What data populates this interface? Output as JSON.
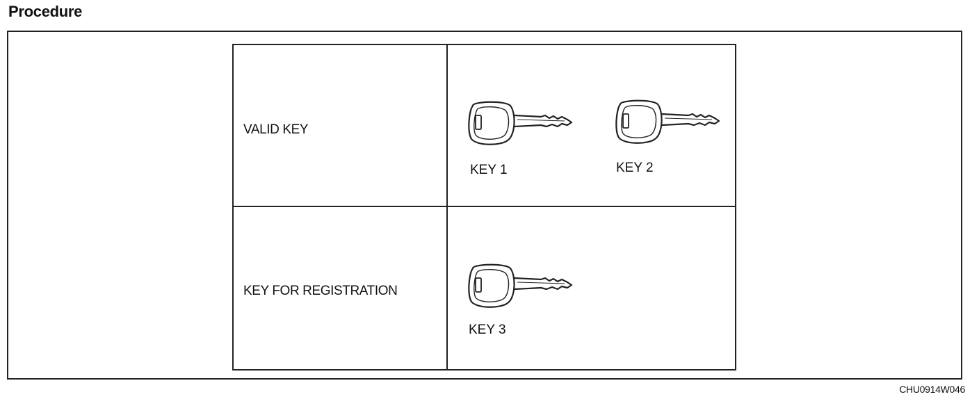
{
  "heading": "Procedure",
  "table": {
    "rows": [
      {
        "label": "VALID KEY",
        "keys": [
          {
            "caption": "KEY 1",
            "icon": "key-icon"
          },
          {
            "caption": "KEY 2",
            "icon": "key-icon"
          }
        ]
      },
      {
        "label": "KEY FOR REGISTRATION",
        "keys": [
          {
            "caption": "KEY 3",
            "icon": "key-icon"
          }
        ]
      }
    ]
  },
  "figure_code": "CHU0914W046"
}
